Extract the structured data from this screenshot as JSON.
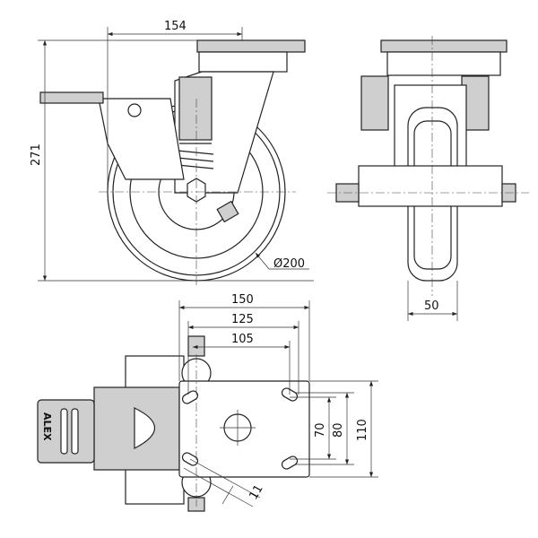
{
  "views": {
    "side": {
      "dim_offset": "154",
      "dim_height": "271",
      "dim_wheel_diameter": "Ø200"
    },
    "front": {
      "dim_wheel_width": "50"
    },
    "top": {
      "dim_plate_length": "150",
      "dim_bolt_outer": "125",
      "dim_bolt_inner": "105",
      "dim_bolt_y_inner": "70",
      "dim_bolt_y_outer": "80",
      "dim_plate_width": "110",
      "dim_slot": "11",
      "brand": "ALEX"
    }
  },
  "colors": {
    "line": "#222222",
    "fill": "#cfcfcf",
    "background": "#ffffff"
  }
}
